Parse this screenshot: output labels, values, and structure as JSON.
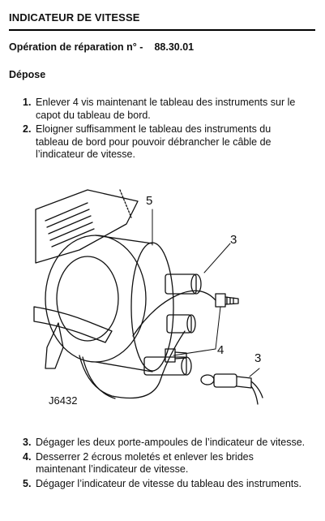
{
  "header": {
    "title": "INDICATEUR DE VITESSE",
    "operation_label": "Opération de réparation n° -",
    "operation_number": "88.30.01"
  },
  "section_title": "Dépose",
  "steps_top": [
    {
      "n": "1.",
      "text": "Enlever 4 vis maintenant le tableau des instruments sur le capot du tableau de bord."
    },
    {
      "n": "2.",
      "text": "Eloigner suffisamment le tableau des instruments du tableau de bord pour pouvoir débrancher le câble de l’indicateur de vitesse."
    }
  ],
  "figure": {
    "callouts": [
      "5",
      "3",
      "4",
      "3"
    ],
    "reference": "J6432"
  },
  "steps_bottom": [
    {
      "n": "3.",
      "text": "Dégager les deux porte-ampoules de l’indicateur de vitesse."
    },
    {
      "n": "4.",
      "text": "Desserrer 2 écrous moletés et enlever les brides maintenant l’indicateur de vitesse."
    },
    {
      "n": "5.",
      "text": "Dégager l’indicateur de vitesse du tableau des instruments."
    }
  ]
}
